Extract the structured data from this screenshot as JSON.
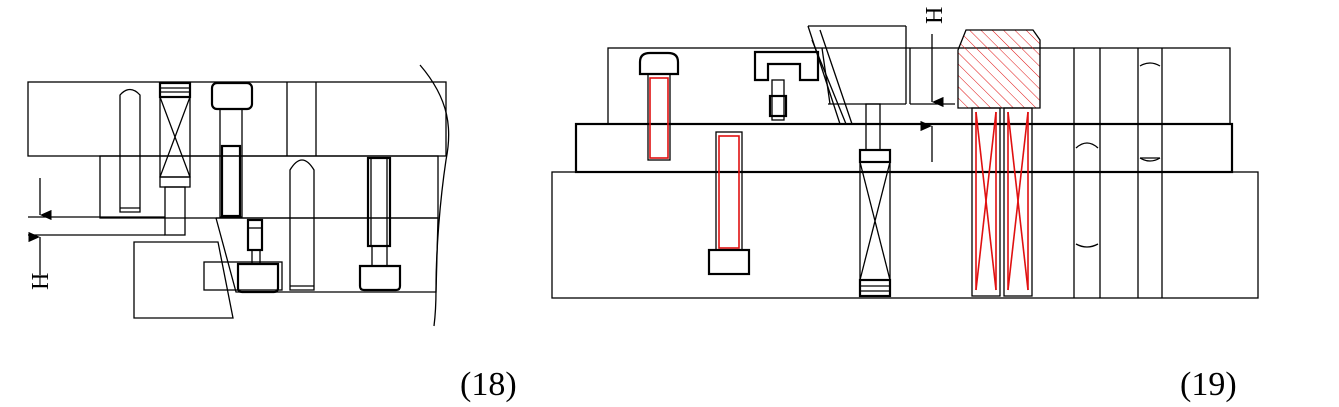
{
  "figure18": {
    "dimension_label": "H",
    "caption": "(18)"
  },
  "figure19": {
    "dimension_label": "H",
    "caption": "(19)"
  },
  "colors": {
    "line": "#000000",
    "highlight": "#e01010"
  }
}
